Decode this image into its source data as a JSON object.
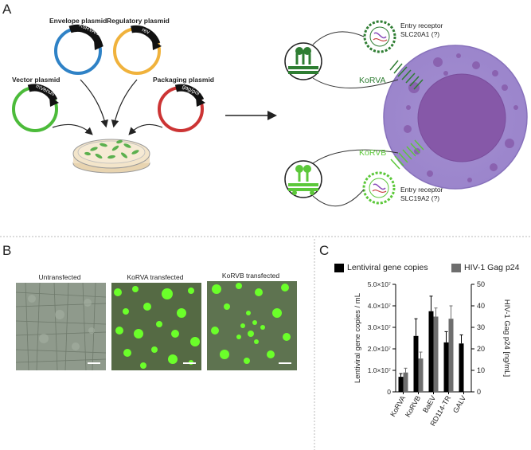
{
  "panels": {
    "a": "A",
    "b": "B",
    "c": "C"
  },
  "plasmids": {
    "envelope": {
      "title": "Envelope plasmid",
      "insert": "KoRVA/B",
      "color": "#2f82c6"
    },
    "regulatory": {
      "title": "Regulatory plasmid",
      "insert": "rev",
      "color": "#f0b23c"
    },
    "vector": {
      "title": "Vector plasmid",
      "insert": "mVenus",
      "color": "#4cbb3a"
    },
    "packaging": {
      "title": "Packaging plasmid",
      "insert": "gag/pol",
      "color": "#cc3434"
    }
  },
  "viruses": {
    "korva": {
      "label": "KoRVA",
      "receptor_line1": "Entry receptor",
      "receptor_line2": "SLC20A1 (?)",
      "color": "#2e7d32"
    },
    "korvb": {
      "label": "KoRVB",
      "receptor_line1": "Entry receptor",
      "receptor_line2": "SLC19A2 (?)",
      "color": "#5cc83a"
    }
  },
  "micrographs": [
    {
      "label": "Untransfected",
      "tint": "#8f9a8c"
    },
    {
      "label": "KoRVA transfected",
      "tint": "#556a44"
    },
    {
      "label": "KoRVB transfected",
      "tint": "#5e7350"
    }
  ],
  "legend": {
    "series1": "Lentiviral gene copies",
    "series2": "HIV-1 Gag p24"
  },
  "chart_data": {
    "type": "bar",
    "categories": [
      "KoRVA",
      "KoRVB",
      "BaEV",
      "RD114-TR",
      "GALV"
    ],
    "series": [
      {
        "name": "Lentiviral gene copies",
        "color": "#000000",
        "values": [
          7000000,
          26000000,
          37500000,
          23000000,
          22500000
        ],
        "errors": [
          1500000,
          8000000,
          7000000,
          5000000,
          4000000
        ],
        "axis": "left"
      },
      {
        "name": "HIV-1 Gag p24",
        "color": "#6e6e6e",
        "values": [
          9,
          15.5,
          35,
          34,
          0
        ],
        "errors": [
          2,
          3,
          4,
          6,
          0
        ],
        "axis": "right"
      }
    ],
    "ylabel_left": "Lentiviral gene copies / mL",
    "ylabel_right": "HIV-1 Gag p24 [ng/mL]",
    "ylim_left": [
      0,
      50000000
    ],
    "ylim_right": [
      0,
      50
    ],
    "left_ticks": [
      "0",
      "1.0×10⁷",
      "2.0×10⁷",
      "3.0×10⁷",
      "4.0×10⁷",
      "5.0×10⁷"
    ],
    "right_ticks": [
      "0",
      "10",
      "20",
      "30",
      "40",
      "50"
    ]
  }
}
